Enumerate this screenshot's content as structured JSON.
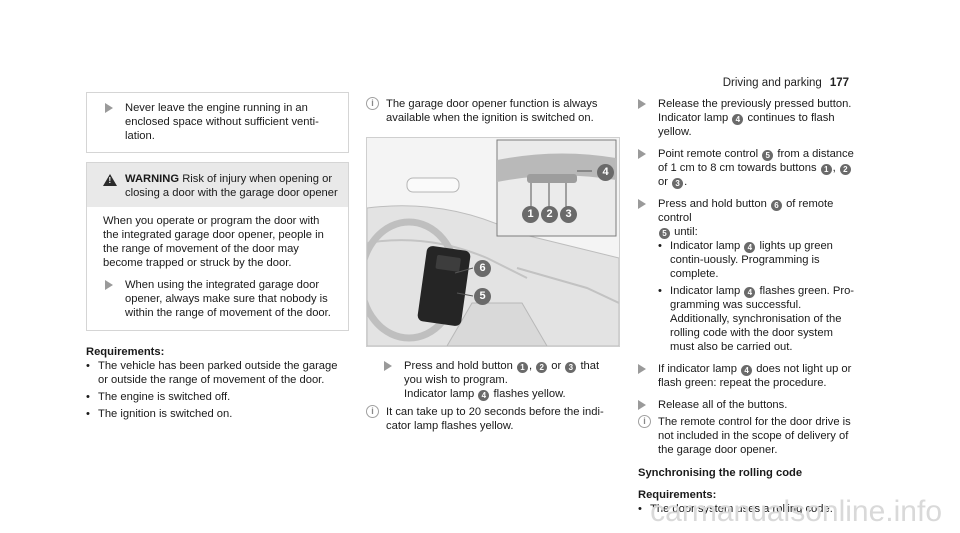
{
  "header": {
    "section": "Driving and parking",
    "page": "177"
  },
  "col1": {
    "box1_step": "Never leave the engine running in an enclosed space without sufficient venti-lation.",
    "warning_label": "WARNING",
    "warning_title": "Risk of injury when opening or closing a door with the garage door opener",
    "warning_body": "When you operate or program the door with the integrated garage door opener, people in the range of movement of the door may become trapped or struck by the door.",
    "warning_step": "When using the integrated garage door opener, always make sure that nobody is within the range of movement of the door.",
    "req_title": "Requirements:",
    "req_items": [
      "The vehicle has been parked outside the garage or outside the range of movement of the door.",
      "The engine is switched off.",
      "The ignition is switched on."
    ]
  },
  "col2": {
    "info1": "The garage door opener function is always available when the ignition is switched on.",
    "figure_callouts": [
      "1",
      "2",
      "3",
      "4",
      "5",
      "6"
    ],
    "step_a": "Press and hold button",
    "step_b": "that you wish to program.",
    "step_c": "Indicator lamp",
    "step_d": "flashes yellow.",
    "or": "or",
    "info2": "It can take up to 20 seconds before the indi-cator lamp flashes yellow."
  },
  "col3": {
    "s1a": "Release the previously pressed button.",
    "s1b": "Indicator lamp",
    "s1c": "continues to flash yellow.",
    "s2a": "Point remote control",
    "s2b": "from a distance of 1 cm to 8 cm towards buttons",
    "s3a": "Press and hold button",
    "s3b": "of remote control",
    "s3c": "until:",
    "b1a": "Indicator lamp",
    "b1b": "lights up green contin-uously. Programming is complete.",
    "b2a": "Indicator lamp",
    "b2b": "flashes green. Pro-gramming was successful. Additionally, synchronisation of the rolling code with the door system must also be carried out.",
    "s4a": "If indicator lamp",
    "s4b": "does not light up or flash green: repeat the procedure.",
    "s5": "Release all of the buttons.",
    "info": "The remote control for the door drive is not included in the scope of delivery of the garage door opener.",
    "sync_title": "Synchronising the rolling code",
    "req_title": "Requirements:",
    "req_item": "The door system uses a rolling code."
  },
  "watermark": "carmanualsonline.info"
}
